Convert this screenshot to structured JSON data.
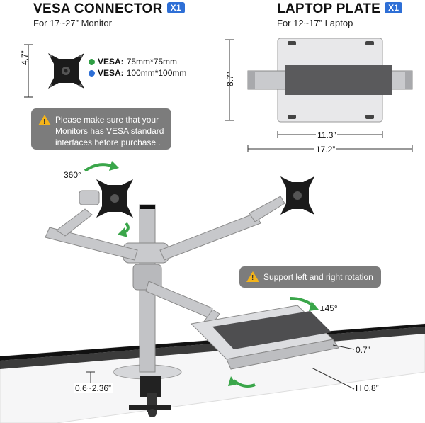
{
  "vesa": {
    "title": "VESA CONNECTOR",
    "badge": "X1",
    "subtitle": "For 17~27” Monitor",
    "height": "4.7”",
    "line1_label": "VESA:",
    "line1_value": "75mm*75mm",
    "line2_label": "VESA:",
    "line2_value": "100mm*100mm",
    "dot1_color": "#2f9e44",
    "dot2_color": "#2e6fd6",
    "note": "Please make sure that your Monitors has VESA standard interfaces before purchase ."
  },
  "laptop": {
    "title": "LAPTOP PLATE",
    "badge": "X1",
    "subtitle": "For 12~17” Laptop",
    "height": "8.7”",
    "inner_width": "11.3”",
    "outer_width": "17.2”"
  },
  "assembly": {
    "rotation_label": "360°",
    "tilt_label": "±45°",
    "note": "Support left and right rotation",
    "lip_height": "0.7”",
    "plate_height": "H 0.8”",
    "clamp_range": "0.6~2.36”"
  },
  "colors": {
    "accent": "#2e6fd6",
    "arrow": "#3aa64a",
    "warning": "#f4b41a",
    "note_bg": "#7c7c7c"
  }
}
